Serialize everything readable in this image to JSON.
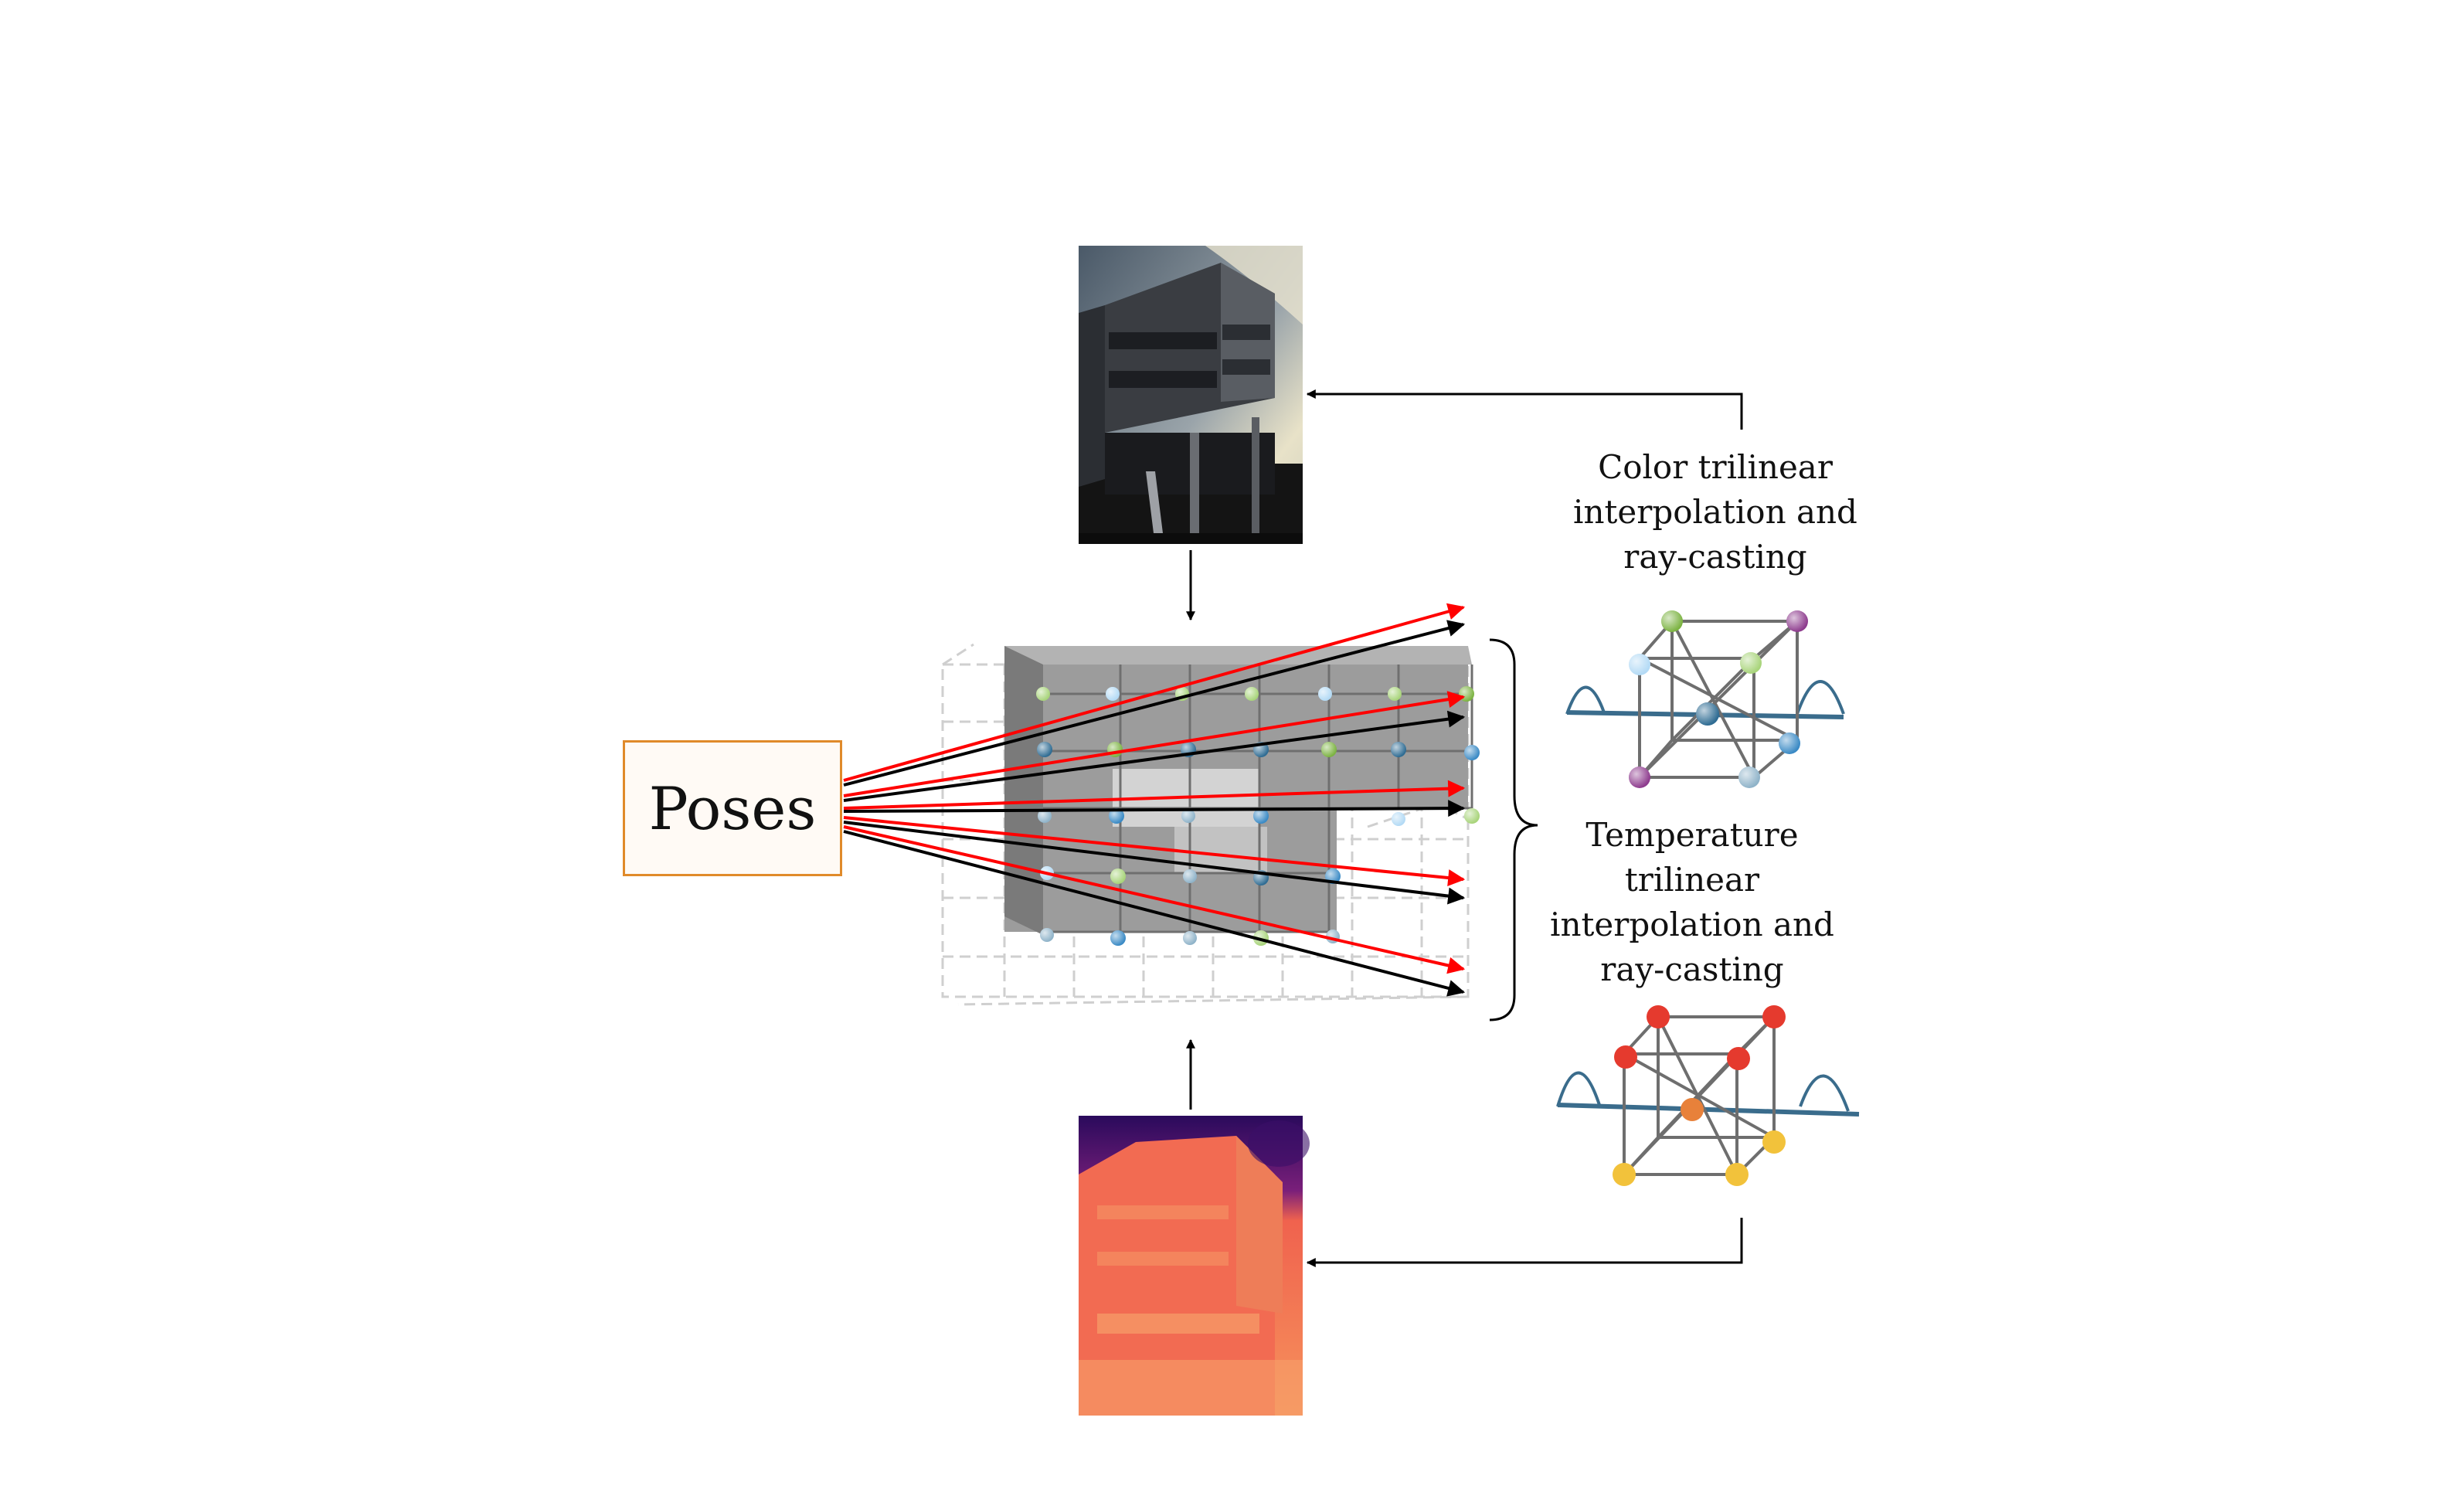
{
  "poses": {
    "label": "Poses"
  },
  "color_branch": {
    "label": "Color trilinear\ninterpolation and\nray-casting",
    "node_colors": [
      "#7cb342",
      "#8e3c8e",
      "#b3daf5",
      "#a8d47a",
      "#2f6c93",
      "#3a8ac5",
      "#8e3c8e",
      "#8fb3c9"
    ]
  },
  "temperature_branch": {
    "label": "Temperature\ntrilinear\ninterpolation and\nray-casting",
    "node_colors": [
      "#e53a2e",
      "#e53a2e",
      "#e53a2e",
      "#e53a2e",
      "#e8813a",
      "#f2c23b",
      "#f2c23b",
      "#f2c23b"
    ]
  },
  "colors": {
    "ray_red": "#ff0000",
    "ray_black": "#000000",
    "poses_border": "#e08a2a",
    "curve_blue": "#3a6c8c",
    "grid_gray": "#a5a5a5"
  }
}
